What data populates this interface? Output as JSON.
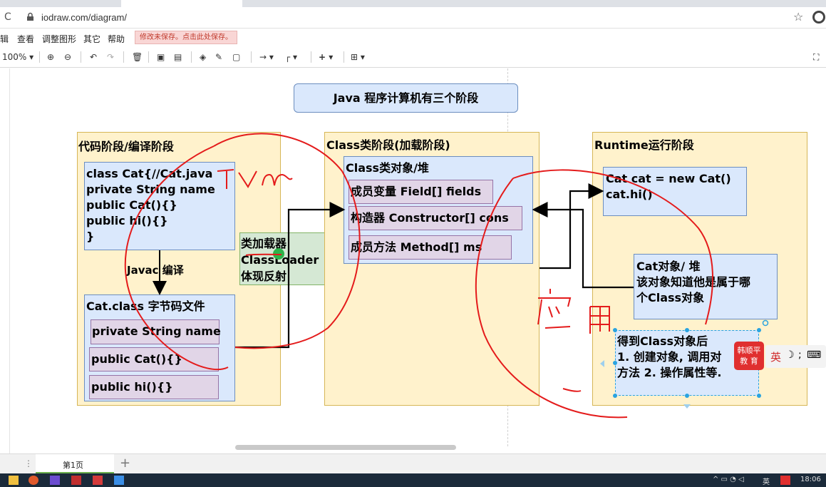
{
  "browser": {
    "url": "iodraw.com/diagram/",
    "reload_icon": "reload-icon",
    "star_icon": "star-icon"
  },
  "menubar": {
    "items": [
      "辑",
      "查看",
      "调整图形",
      "其它",
      "帮助"
    ],
    "warning": "修改未保存。点击此处保存。"
  },
  "toolbar": {
    "zoom": "100%"
  },
  "diagram": {
    "title": "Java 程序计算机有三个阶段",
    "lane1": {
      "title": "代码阶段/编译阶段",
      "source_lines": [
        "class Cat{//Cat.java",
        "private String name",
        "public Cat(){}",
        "public hi(){}",
        "}"
      ],
      "compile_label": "Javac 编译",
      "bytecode_title": "Cat.class 字节码文件",
      "bytecode_items": [
        "private String name",
        "public Cat(){}",
        "public hi(){}"
      ]
    },
    "classloader": {
      "lines": [
        "类加载器",
        "ClassLoader",
        "体现反射"
      ]
    },
    "lane2": {
      "title": "Class类阶段(加载阶段)",
      "object_title": "Class类对象/堆",
      "members": [
        "成员变量 Field[] fields",
        "构造器 Constructor[] cons",
        "成员方法 Method[] ms"
      ]
    },
    "lane3": {
      "title": "Runtime运行阶段",
      "code_lines": [
        "Cat cat = new Cat()",
        "cat.hi()"
      ],
      "heap_lines": [
        "Cat对象/ 堆",
        "该对象知道他是属于哪",
        "个Class对象"
      ],
      "usage_lines": [
        "得到Class对象后",
        "1. 创建对象, 调用对",
        "方法 2. 操作属性等."
      ]
    },
    "annotations": {
      "jvm": "JVM",
      "usage": "应用"
    }
  },
  "overlay": {
    "brand_lines": [
      "韩顺平",
      "教 育"
    ],
    "ime_label": "英"
  },
  "pagetabs": {
    "page1": "第1页",
    "add_icon": "plus-icon"
  },
  "taskbar": {
    "ime": "英",
    "time": "18:06"
  },
  "colors": {
    "lane_fill": "#fff2cc",
    "blue_fill": "#dae8fc",
    "purple_fill": "#e1d5e7",
    "green_fill": "#d5e8d4",
    "annotation_red": "#e41b1b"
  }
}
